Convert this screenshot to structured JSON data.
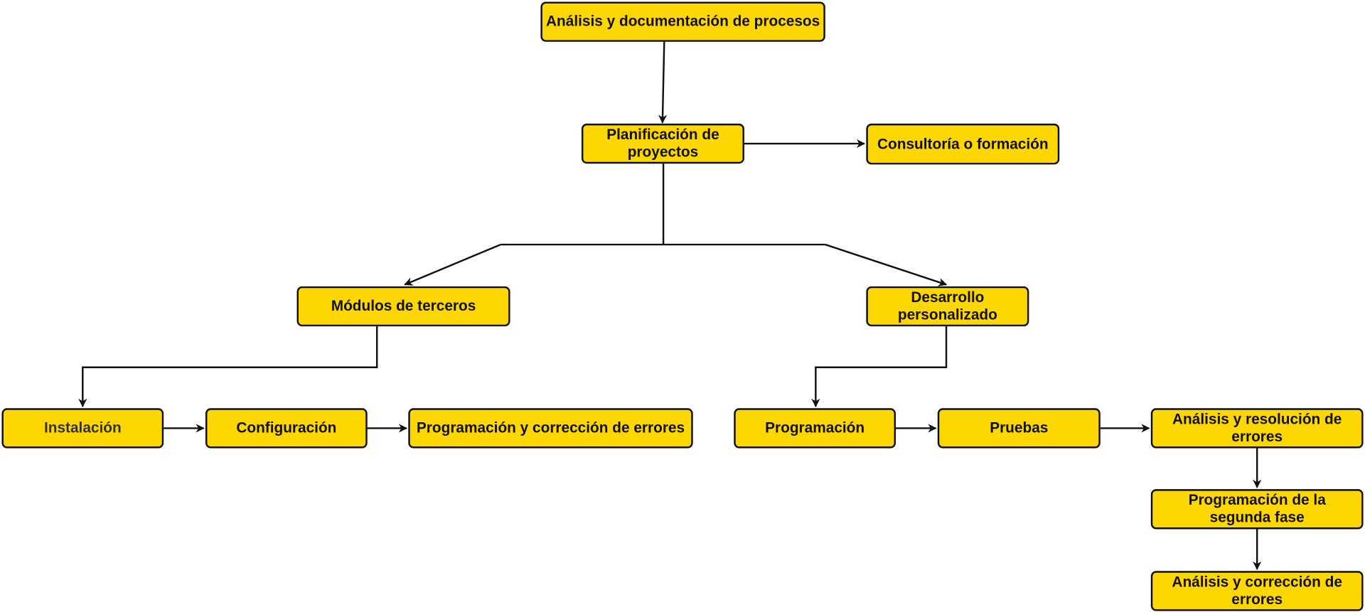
{
  "diagram": {
    "fill_color": "#FFD700",
    "nodes": {
      "analisis_doc": "Análisis y documentación de procesos",
      "planificacion": "Planificación de proyectos",
      "consultoria": "Consultoría o formación",
      "modulos": "Módulos de terceros",
      "desarrollo": "Desarrollo personalizado",
      "instalacion": "Instalación",
      "configuracion": "Configuración",
      "prog_correccion": "Programación y corrección de errores",
      "programacion": "Programación",
      "pruebas": "Pruebas",
      "analisis_resolucion": "Análisis y resolución de errores",
      "prog_segunda": "Programación de la segunda fase",
      "analisis_correccion": "Análisis y corrección de errores"
    }
  }
}
